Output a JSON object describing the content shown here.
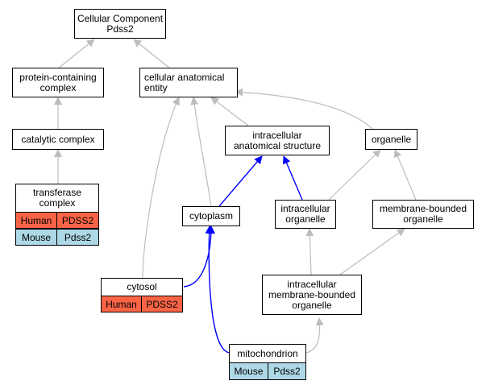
{
  "nodes": {
    "cellular_component": "Cellular Component\nPdss2",
    "protein_containing_complex": "protein-containing\ncomplex",
    "cellular_anatomical_entity": "cellular anatomical\nentity",
    "catalytic_complex": "catalytic complex",
    "intracellular_anatomical_structure": "intracellular\nanatomical structure",
    "organelle": "organelle",
    "transferase_complex": "transferase\ncomplex",
    "cytoplasm": "cytoplasm",
    "intracellular_organelle": "intracellular\norganelle",
    "membrane_bounded_organelle": "membrane-bounded\norganelle",
    "cytosol": "cytosol",
    "intracellular_membrane_bounded_organelle": "intracellular\nmembrane-bounded\norganelle",
    "mitochondrion": "mitochondrion"
  },
  "annotations": {
    "transferase_complex": [
      {
        "species": "Human",
        "gene": "PDSS2"
      },
      {
        "species": "Mouse",
        "gene": "Pdss2"
      }
    ],
    "cytosol": [
      {
        "species": "Human",
        "gene": "PDSS2"
      }
    ],
    "mitochondrion": [
      {
        "species": "Mouse",
        "gene": "Pdss2"
      }
    ]
  },
  "colors": {
    "human": "#fa6446",
    "mouse": "#add8e6",
    "edge_gray": "#bdbdbd",
    "edge_blue": "#0000ff"
  }
}
